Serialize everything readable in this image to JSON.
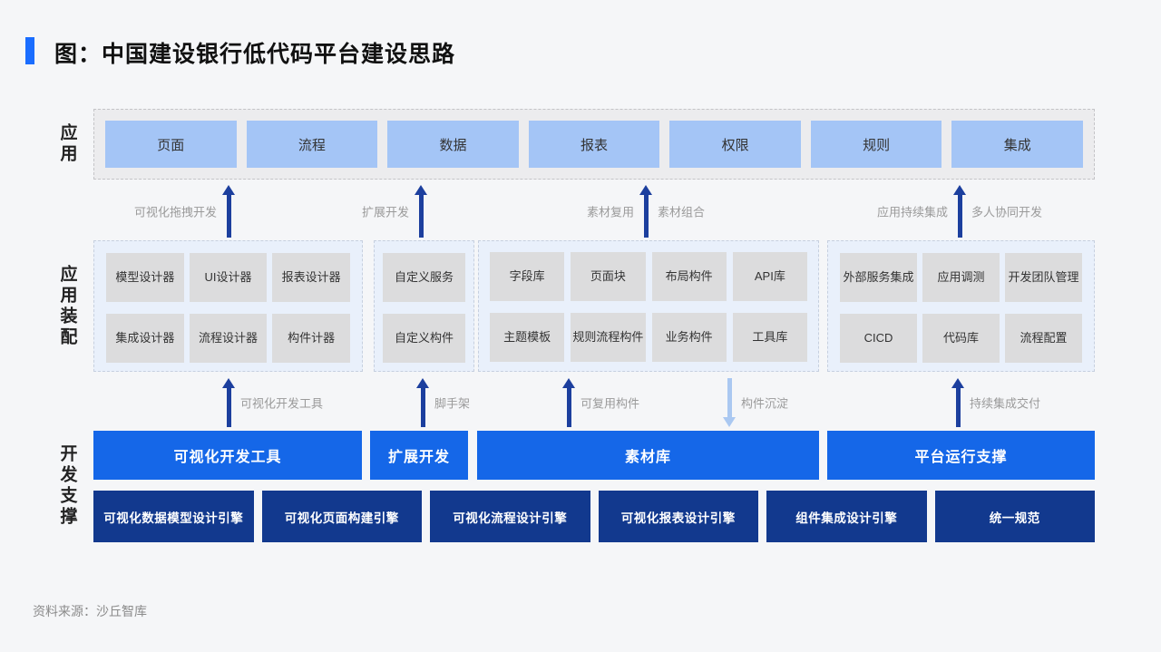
{
  "title": "图：中国建设银行低代码平台建设思路",
  "source": "资料来源：沙丘智库",
  "colors": {
    "accent": "#1a6dff",
    "app_box": "#a4c5f6",
    "assembly_box": "#dcdcdd",
    "primary_box": "#1567e8",
    "engine_box": "#12398e",
    "arrow": "#1c3f9e",
    "arrow_light": "#aac8f1"
  },
  "layers": {
    "app": {
      "label": "应用",
      "items": [
        "页面",
        "流程",
        "数据",
        "报表",
        "权限",
        "规则",
        "集成"
      ]
    },
    "assembly": {
      "label": "应用装配",
      "groups": [
        {
          "items": [
            "模型设计器",
            "UI设计器",
            "报表设计器",
            "集成设计器",
            "流程设计器",
            "构件计器"
          ]
        },
        {
          "items": [
            "自定义服务",
            "自定义构件"
          ]
        },
        {
          "items": [
            "字段库",
            "页面块",
            "布局构件",
            "API库",
            "主题模板",
            "规则流程构件",
            "业务构件",
            "工具库"
          ]
        },
        {
          "items": [
            "外部服务集成",
            "应用调测",
            "开发团队管理",
            "CICD",
            "代码库",
            "流程配置"
          ]
        }
      ]
    },
    "support": {
      "label": "开发支撑",
      "primary": [
        "可视化开发工具",
        "扩展开发",
        "素材库",
        "平台运行支撑"
      ],
      "engines": [
        "可视化数据模型设计引擎",
        "可视化页面构建引擎",
        "可视化流程设计引擎",
        "可视化报表设计引擎",
        "组件集成设计引擎",
        "统一规范"
      ]
    }
  },
  "arrows_top": [
    {
      "direction": "up",
      "left_label": "可视化拖拽开发"
    },
    {
      "direction": "up",
      "left_label": "扩展开发"
    },
    {
      "direction": "up",
      "left_label": "素材复用",
      "right_label": "素材组合"
    },
    {
      "direction": "up",
      "left_label": "应用持续集成",
      "right_label": "多人协同开发"
    }
  ],
  "arrows_bottom": [
    {
      "direction": "up",
      "right_label": "可视化开发工具"
    },
    {
      "direction": "up",
      "right_label": "脚手架"
    },
    {
      "direction": "up",
      "right_label": "可复用构件"
    },
    {
      "direction": "down",
      "right_label": "构件沉淀"
    },
    {
      "direction": "up",
      "right_label": "持续集成交付"
    }
  ]
}
